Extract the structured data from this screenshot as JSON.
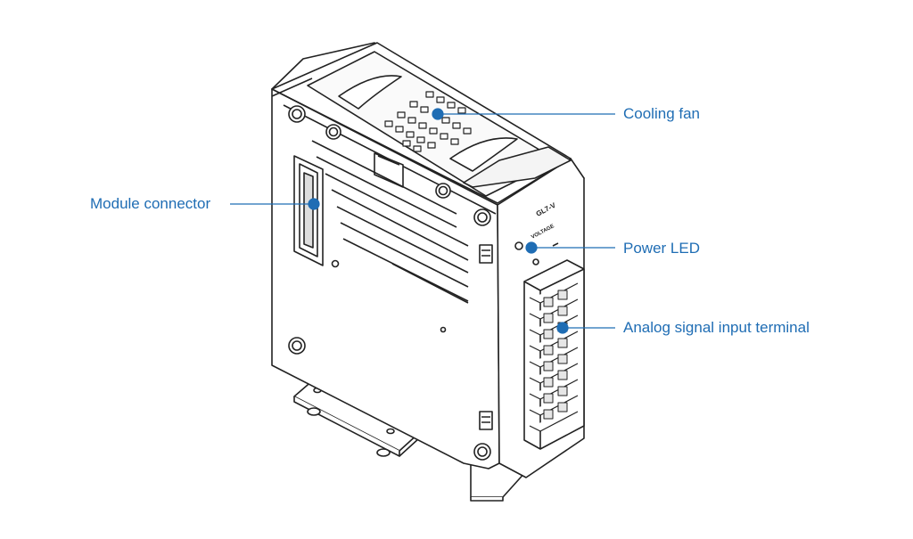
{
  "colors": {
    "callout": "#1f6db4",
    "line_art": "#222222",
    "background": "#ffffff"
  },
  "device_panel": {
    "model": "GL7-V",
    "mode": "VOLTAGE"
  },
  "callouts": {
    "cooling_fan": "Cooling fan",
    "module_connector": "Module connector",
    "power_led": "Power LED",
    "analog_terminal": "Analog signal input terminal"
  }
}
